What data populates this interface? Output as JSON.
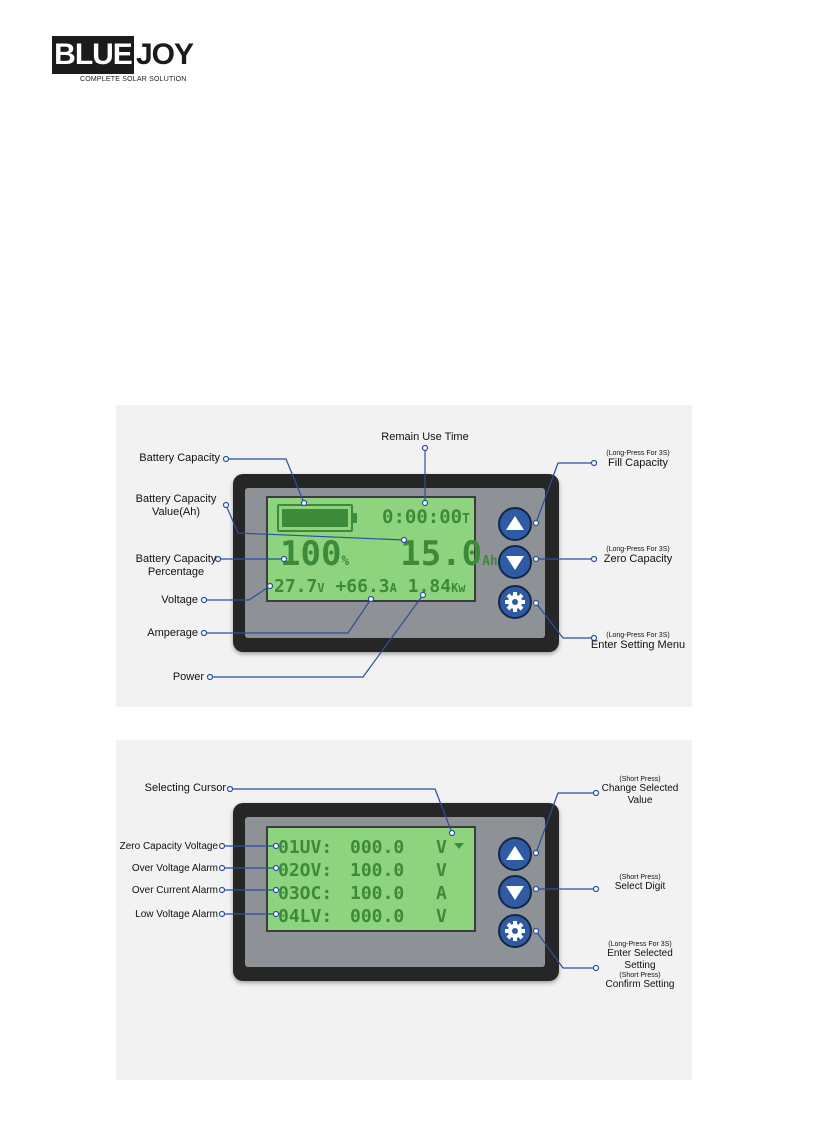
{
  "logo": {
    "word1": "BLUE",
    "word2": "JOY",
    "tagline": "COMPLETE SOLAR SOLUTION"
  },
  "display1": {
    "screen": {
      "time": "0:00:00",
      "time_unit": "T",
      "percent": "100",
      "percent_unit": "%",
      "capacity": "15.0",
      "capacity_unit": "Ah",
      "voltage": "27.7",
      "voltage_unit": "V",
      "current": "+66.3",
      "current_unit": "A",
      "power": "1.84",
      "power_unit": "Kw"
    },
    "callouts": {
      "battery_capacity": "Battery Capacity",
      "remain_use_time": "Remain Use Time",
      "capacity_value_1": "Battery Capacity",
      "capacity_value_2": "Value(Ah)",
      "capacity_percent_1": "Battery Capacity",
      "capacity_percent_2": "Percentage",
      "voltage": "Voltage",
      "amperage": "Amperage",
      "power": "Power",
      "up_hint": "(Long-Press For 3S)",
      "up_action": "Fill Capacity",
      "down_hint": "(Long-Press For 3S)",
      "down_action": "Zero Capacity",
      "set_hint": "(Long-Press For 3S)",
      "set_action": "Enter Setting Menu"
    }
  },
  "display2": {
    "rows": [
      {
        "code": "01UV:",
        "value": "000.0",
        "unit": "V"
      },
      {
        "code": "02OV:",
        "value": "100.0",
        "unit": "V"
      },
      {
        "code": "03OC:",
        "value": "100.0",
        "unit": "A"
      },
      {
        "code": "04LV:",
        "value": "000.0",
        "unit": "V"
      }
    ],
    "callouts": {
      "cursor": "Selecting Cursor",
      "row1": "Zero Capacity Voltage",
      "row2": "Over Voltage Alarm",
      "row3": "Over Current Alarm",
      "row4": "Low Voltage Alarm",
      "up_hint": "(Short Press)",
      "up_action_1": "Change Selected",
      "up_action_2": "Value",
      "down_hint": "(Short Press)",
      "down_action": "Select Digit",
      "set_hint_long": "(Long-Press For 3S)",
      "set_action_1": "Enter Selected",
      "set_action_2": "Setting",
      "set_hint_short": "(Short Press)",
      "set_action_3": "Confirm Setting"
    }
  },
  "colors": {
    "lcd_bg": "#8ed47e",
    "lcd_text": "#3d8a3a",
    "button": "#2e5ba4",
    "callout_line": "#2a4f9c",
    "bezel": "#262626"
  }
}
